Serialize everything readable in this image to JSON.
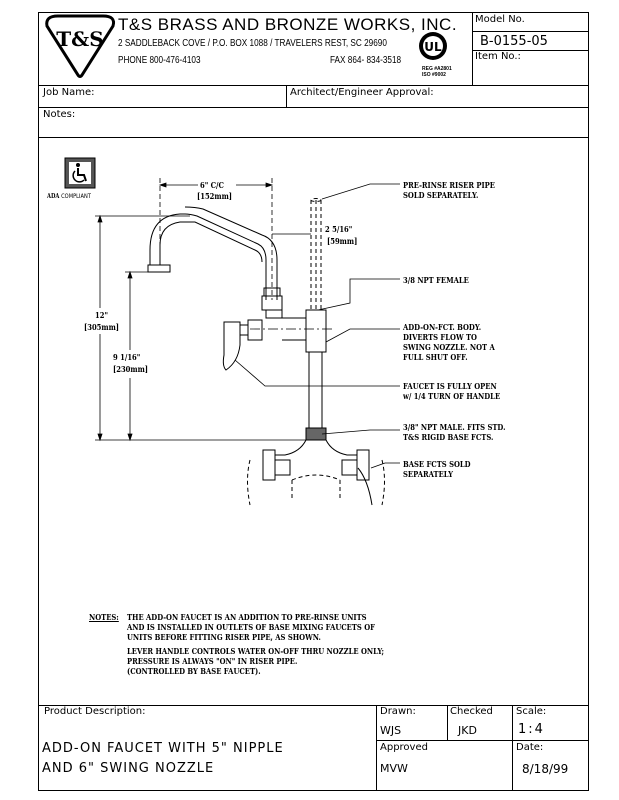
{
  "header": {
    "logo_text": "T&S",
    "company": "T&S BRASS AND BRONZE WORKS, INC.",
    "address": "2 SADDLEBACK COVE / P.O. BOX 1088 / TRAVELERS REST, SC 29690",
    "phone": "PHONE 800-476-4103",
    "fax": "FAX  864- 834-3518",
    "ul_logo_text": "UL",
    "cert_line1": "REG #A2801",
    "cert_line2": "ISO #9002",
    "model_label": "Model No.",
    "model_value": "B-0155-05",
    "item_label": "Item No.:"
  },
  "fields": {
    "job_name_label": "Job Name:",
    "approval_label": "Architect/Engineer Approval:",
    "notes_label": "Notes:"
  },
  "drawing": {
    "ada_label_bold": "ADA",
    "ada_label": "COMPLIANT",
    "dim_cc": "6\" C/C",
    "dim_cc_mm": "[152mm]",
    "dim_height": "12\"",
    "dim_height_mm": "[305mm]",
    "dim_spout": "9 1/16\"",
    "dim_spout_mm": "[230mm]",
    "dim_riser": "2 5/16\"",
    "dim_riser_mm": "[59mm]",
    "callouts": [
      [
        "PRE-RINSE RISER PIPE",
        "SOLD SEPARATELY."
      ],
      [
        "3/8 NPT FEMALE"
      ],
      [
        "ADD-ON-FCT. BODY.",
        "DIVERTS FLOW TO",
        "SWING NOZZLE. NOT A",
        "FULL SHUT OFF."
      ],
      [
        "FAUCET IS FULLY OPEN",
        "w/ 1/4 TURN OF HANDLE"
      ],
      [
        "3/8\" NPT MALE. FITS STD.",
        "T&S RIGID BASE FCTS."
      ],
      [
        "BASE FCTS SOLD",
        "SEPARATELY"
      ]
    ],
    "notes_heading": "NOTES:",
    "notes_lines": [
      "THE ADD-ON FAUCET IS AN ADDITION TO PRE-RINSE UNITS",
      "AND IS INSTALLED IN OUTLETS OF BASE MIXING FAUCETS OF",
      "UNITS BEFORE FITTING RISER PIPE, AS SHOWN.",
      "LEVER HANDLE CONTROLS WATER ON-OFF THRU NOZZLE ONLY;",
      "PRESSURE IS ALWAYS \"ON\" IN RISER PIPE.",
      "(CONTROLLED BY BASE FAUCET)."
    ]
  },
  "footer": {
    "product_desc_label": "Product Description:",
    "product_desc_line1": "ADD-ON FAUCET WITH 5\" NIPPLE",
    "product_desc_line2": "AND 6\" SWING NOZZLE",
    "drawn_label": "Drawn:",
    "drawn_value": "WJS",
    "checked_label": "Checked",
    "checked_value": "JKD",
    "scale_label": "Scale:",
    "scale_value": "1:4",
    "approved_label": "Approved",
    "approved_value": "MVW",
    "date_label": "Date:",
    "date_value": "8/18/99"
  }
}
